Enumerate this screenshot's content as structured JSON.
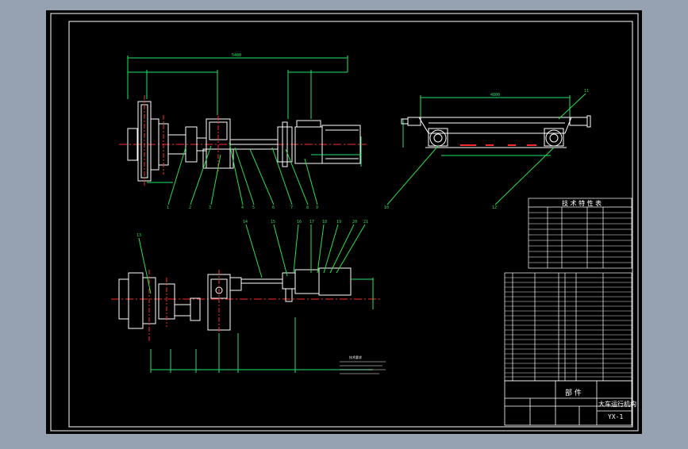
{
  "colors": {
    "sheet": "#000000",
    "background": "#96a1b2",
    "frame": "#ffffff",
    "dimension": "#22e36a",
    "centerline": "#ff2a2a",
    "leader": "#2adf4c",
    "outline": "#ffffff",
    "table_text": "#ffffff"
  },
  "drawing": {
    "title": "大车运行机构",
    "drawing_no": "YX-1",
    "assembly_label": "部 件",
    "spec_table_title": "技 术 特 性 表",
    "notes_title": "技术要求",
    "dim_total_top": "5480",
    "dim_span_side": "4800"
  }
}
